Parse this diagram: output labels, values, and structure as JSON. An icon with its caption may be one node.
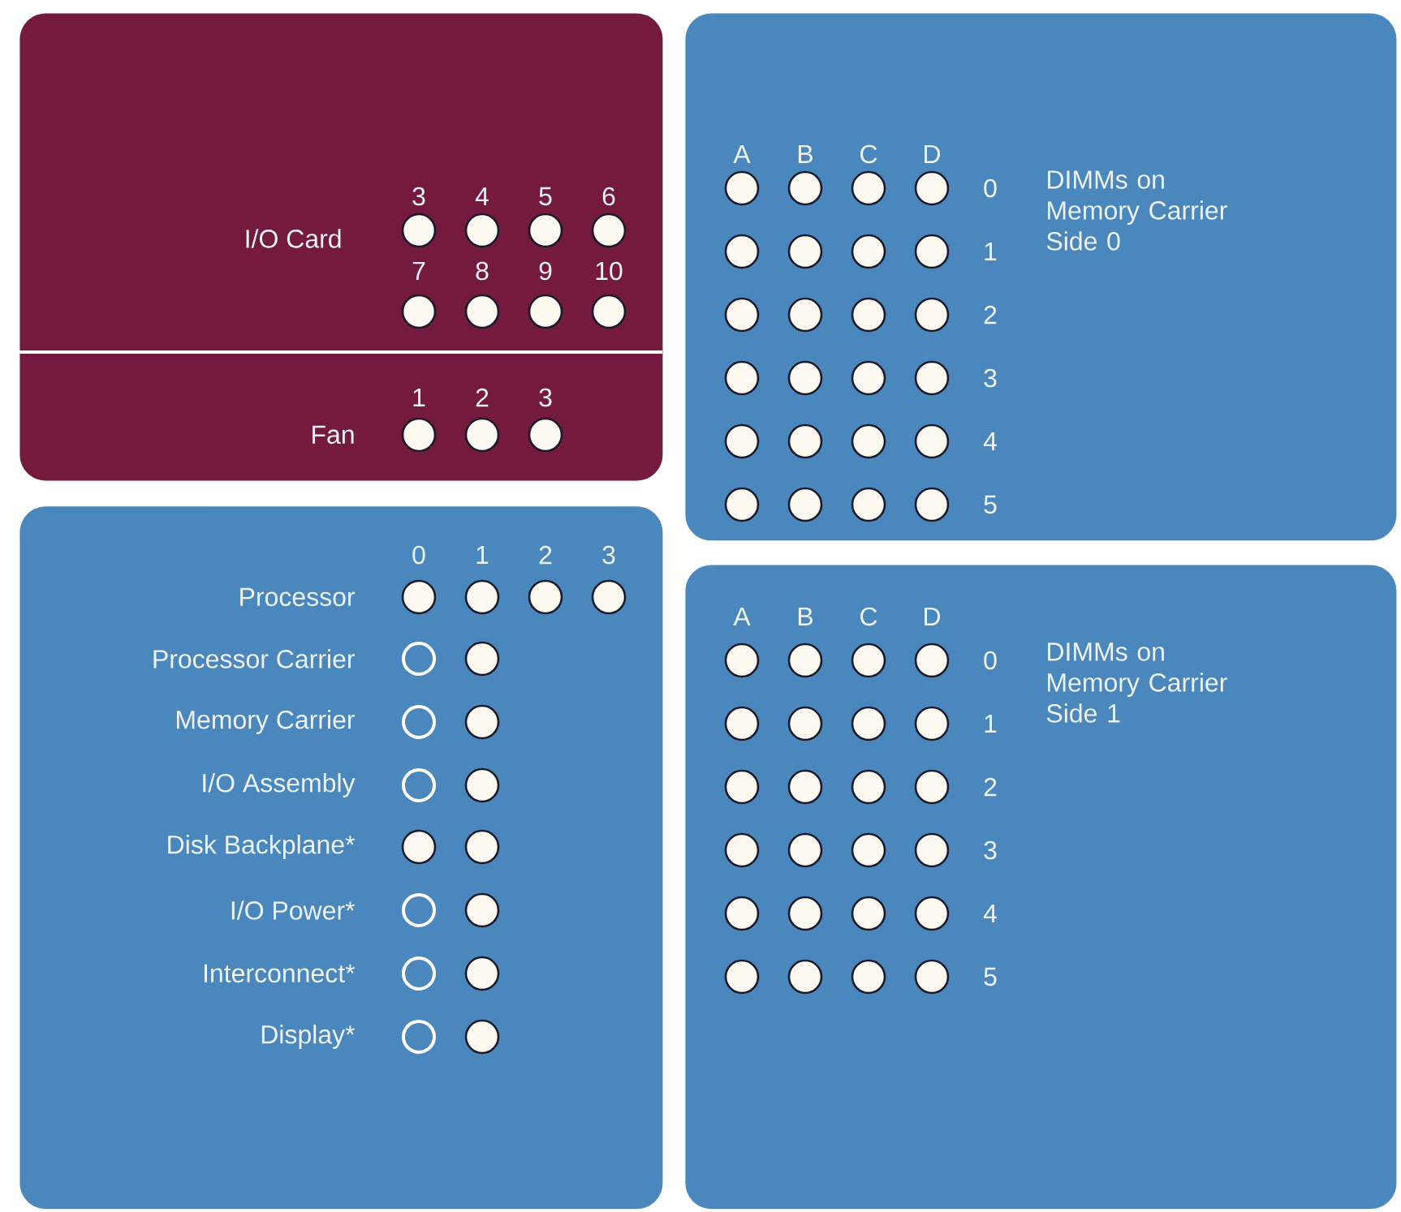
{
  "diagram": {
    "nodes": [
      {
        "text": [
          "I/O Card",
          "Fan"
        ]
      },
      {
        "text": [
          "DIMMs on Memory Carrier Side 0"
        ]
      },
      {
        "text": [
          "Processor",
          "Processor Carrier",
          "Memory Carrier",
          "I/O Assembly",
          "Disk Backplane*",
          "I/O Power*",
          "Interconnect*",
          "Display*"
        ]
      },
      {
        "text": [
          "DIMMs on Memory Carrier Side 1"
        ]
      }
    ],
    "labels": [
      "3",
      "4",
      "5",
      "6",
      "7",
      "8",
      "9",
      "10",
      "1",
      "2",
      "3",
      "A",
      "B",
      "C",
      "D",
      "0",
      "1",
      "2",
      "3",
      "4",
      "5",
      "0",
      "1",
      "2",
      "3",
      "A",
      "B",
      "C",
      "D",
      "0",
      "1",
      "2",
      "3",
      "4",
      "5"
    ]
  }
}
